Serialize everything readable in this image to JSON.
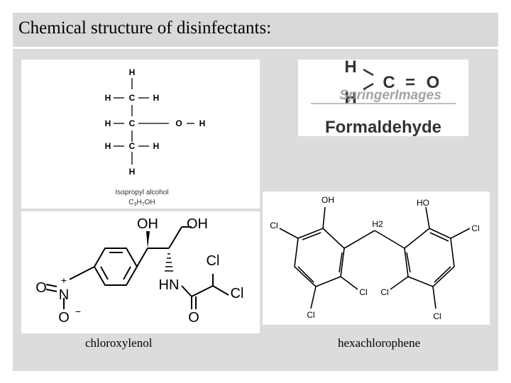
{
  "title": "Chemical structure of disinfectants:",
  "isopropyl": {
    "atoms": {
      "h": "H",
      "c": "C",
      "o": "O"
    },
    "name": "Isopropyl alcohol",
    "formula": "C3H7OH",
    "formula_main": "C",
    "formula_sub1": "3",
    "formula_mid": "H",
    "formula_sub2": "7",
    "formula_end": "OH"
  },
  "formaldehyde": {
    "atoms": {
      "h": "H",
      "c": "C",
      "o": "O"
    },
    "bond": "=",
    "watermark": "SpringerImages",
    "name": "Formaldehyde"
  },
  "chloramphenicol": {
    "oh1": "OH",
    "oh2": "OH",
    "cl1": "Cl",
    "cl2": "Cl",
    "hn": "HN",
    "o_carbonyl": "O",
    "nitro_o1": "O",
    "nitro_n": "N",
    "nitro_o2": "O",
    "plus": "+",
    "minus": "−"
  },
  "hexachlorophene": {
    "oh_left": "OH",
    "oh_right": "HO",
    "ch2": "H2",
    "cl": "Cl"
  },
  "captions": {
    "left": "chloroxylenol",
    "right": "hexachlorophene"
  }
}
